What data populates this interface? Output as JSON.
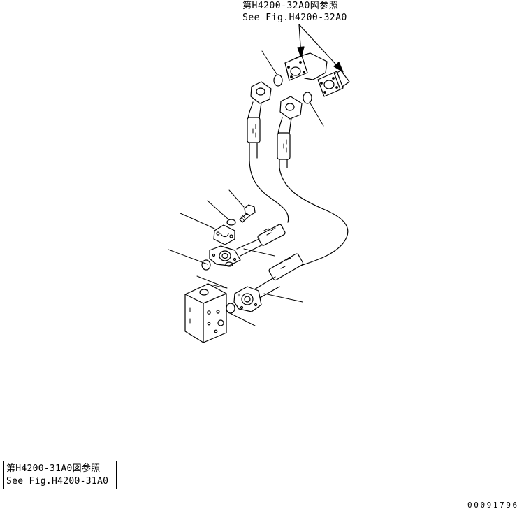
{
  "refs": {
    "top": {
      "line1": "第H4200-32A0図参照",
      "line2": "See Fig.H4200-32A0"
    },
    "bottom": {
      "line1": "第H4200-31A0図参照",
      "line2": "See Fig.H4200-31A0"
    }
  },
  "drawing_number": "00091796"
}
